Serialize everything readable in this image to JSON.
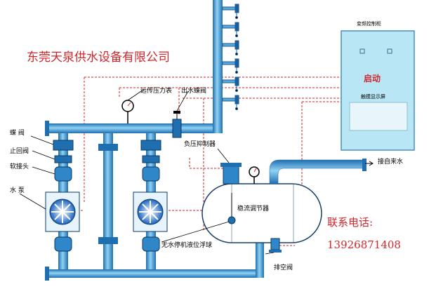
{
  "company_name": "东莞天泉供水设备有限公司",
  "contact_label": "联系电话:",
  "contact_phone": "13926871408",
  "control_cabinet": {
    "title": "变频控制柜",
    "start_button": "启动",
    "touch_screen": "触摸显示屏",
    "colors": {
      "panel": "#b8e6f5",
      "accent": "#d2262a"
    }
  },
  "labels": {
    "butterfly_valve": "蝶 阀",
    "check_valve": "止回阀",
    "soft_joint": "软接头",
    "water_pump": "水 泵",
    "remote_pressure_gauge": "远传压力表",
    "outlet_butterfly_valve": "出水蝶阀",
    "negative_pressure_suppressor": "负压抑制器",
    "tap_water_inlet": "接自来水",
    "flow_stabilizer": "稳流调节器",
    "float_switch": "无水停机液位浮球",
    "drain_valve": "排空阀"
  },
  "colors": {
    "pipe": "#3b9fd6",
    "pipe_edge": "#1a5e9a",
    "signal_line": "#d2262a",
    "tank": "#ffffff"
  }
}
